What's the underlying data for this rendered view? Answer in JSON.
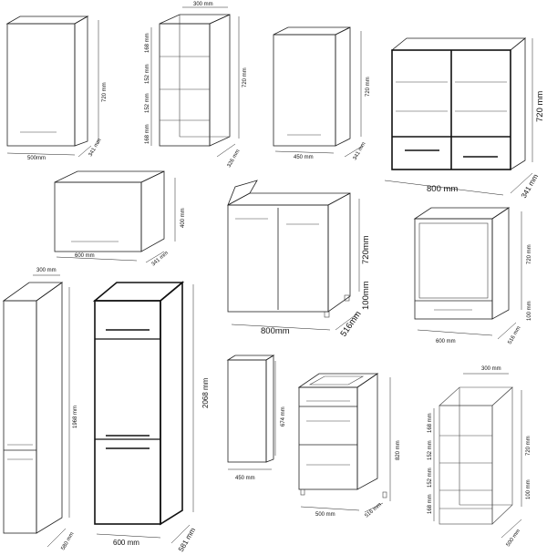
{
  "cabinets": [
    {
      "id": "wall-cabinet-500",
      "labels": {
        "w": "500mm",
        "h": "720 mm",
        "d": "341 mm"
      }
    },
    {
      "id": "open-shelf-300",
      "labels": {
        "top": "300 mm",
        "s1": "168 mm",
        "s2": "152 mm",
        "s3": "152 mm",
        "s4": "168 mm",
        "h": "720 mm",
        "d": "326 mm"
      }
    },
    {
      "id": "wall-cabinet-450",
      "labels": {
        "w": "450 mm",
        "h": "720 mm",
        "d": "341 mm"
      }
    },
    {
      "id": "glass-wall-cabinet-800",
      "labels": {
        "w": "800 mm",
        "h": "720 mm",
        "d": "341 mm"
      }
    },
    {
      "id": "hood-cabinet-600",
      "labels": {
        "w": "600 mm",
        "h": "400 mm",
        "d": "341 mm"
      }
    },
    {
      "id": "sink-base-800",
      "labels": {
        "w": "800mm",
        "h": "720mm",
        "plinth": "100mm",
        "d": "516mm"
      }
    },
    {
      "id": "oven-base-600",
      "labels": {
        "w": "600 mm",
        "h": "720 mm",
        "plinth": "100 mm",
        "d": "516 mm"
      }
    },
    {
      "id": "tall-cabinet-300",
      "labels": {
        "top": "300 mm",
        "h": "1968 mm",
        "d": "580 mm"
      }
    },
    {
      "id": "tall-cabinet-600",
      "labels": {
        "w": "600 mm",
        "h": "2068 mm",
        "d": "581 mm"
      }
    },
    {
      "id": "side-panel",
      "labels": {
        "w": "450 mm",
        "h": "674 mm"
      }
    },
    {
      "id": "drawer-base-500",
      "labels": {
        "w": "500 mm",
        "h": "820 mm",
        "d": "516 mm"
      }
    },
    {
      "id": "open-base-shelf-300",
      "labels": {
        "top": "300 mm",
        "s1": "168 mm",
        "s2": "152 mm",
        "s3": "152 mm",
        "s4": "168 mm",
        "plinth": "100 mm",
        "h": "720 mm",
        "d": "500 mm"
      }
    }
  ]
}
